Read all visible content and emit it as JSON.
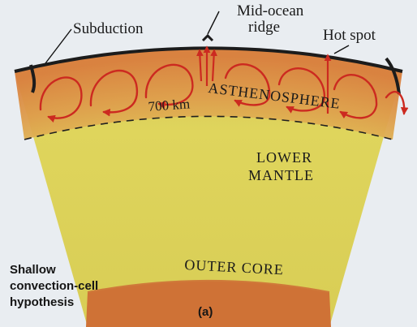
{
  "figure": {
    "labels": {
      "subduction": "Subduction",
      "mid_ocean_ridge_line1": "Mid-ocean",
      "mid_ocean_ridge_line2": "ridge",
      "hot_spot": "Hot spot",
      "asthenosphere": "ASTHENOSPHERE",
      "depth": "700 km",
      "lower_mantle_line1": "LOWER",
      "lower_mantle_line2": "MANTLE",
      "outer_core": "OUTER CORE",
      "caption_line1": "Shallow",
      "caption_line2": "convection-cell",
      "caption_line3": "hypothesis",
      "panel_letter": "(a)"
    },
    "colors": {
      "mantle": "#dcd058",
      "asthenosphere": "#dc8a46",
      "outer_core": "#d27a38",
      "convection_arrows": "#cc2a20",
      "crust": "#1c1c1c"
    }
  }
}
